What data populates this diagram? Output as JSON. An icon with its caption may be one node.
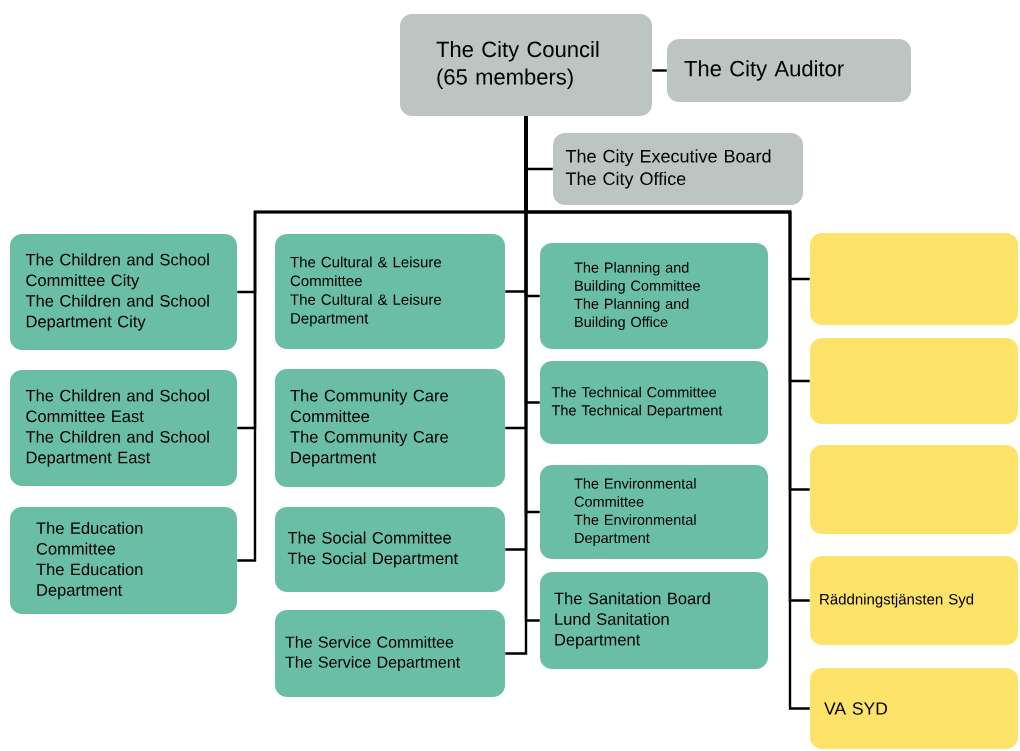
{
  "diagram": {
    "nodes": [
      {
        "text": [
          "The City Council (65 members)"
        ]
      },
      {
        "text": [
          "The City Auditor"
        ]
      },
      {
        "text": [
          "The City Executive Board",
          "The City Office"
        ]
      },
      {
        "text": [
          "The Children and School Committee City",
          "The Children and School Department City"
        ]
      },
      {
        "text": [
          "The Children and School Committee East",
          "The Children and School Department East"
        ]
      },
      {
        "text": [
          "The Education Committee",
          "The Education Department"
        ]
      },
      {
        "text": [
          "The Cultural & Leisure Committee",
          "The Cultural & Leisure Department"
        ]
      },
      {
        "text": [
          "The Community Care Committee",
          "The Community Care Department"
        ]
      },
      {
        "text": [
          "The Social Committee",
          "The Social Department"
        ]
      },
      {
        "text": [
          "The Service Committee",
          "The Service Department"
        ]
      },
      {
        "text": [
          "The Planning and Building Committee",
          "The Planning and Building Office"
        ]
      },
      {
        "text": [
          "The Technical Committee",
          "The Technical Department"
        ]
      },
      {
        "text": [
          "The Environmental Committee",
          "The Environmental Department"
        ]
      },
      {
        "text": [
          "The Sanitation Board",
          "Lund Sanitation Department"
        ]
      },
      {
        "text": [],
        "shape": "box"
      },
      {
        "text": [],
        "shape": "box"
      },
      {
        "text": [],
        "shape": "box"
      },
      {
        "text": [
          "Räddningstjänsten Syd"
        ]
      },
      {
        "text": [
          "VA SYD"
        ]
      }
    ],
    "edges": [
      {
        "from": 0,
        "to": 1,
        "arrow": "none"
      },
      {
        "from": 0,
        "to": 2,
        "arrow": "none"
      },
      {
        "from": 0,
        "to": 3,
        "arrow": "none"
      },
      {
        "from": 0,
        "to": 4,
        "arrow": "none"
      },
      {
        "from": 0,
        "to": 5,
        "arrow": "none"
      },
      {
        "from": 0,
        "to": 6,
        "arrow": "none"
      },
      {
        "from": 0,
        "to": 7,
        "arrow": "none"
      },
      {
        "from": 0,
        "to": 8,
        "arrow": "none"
      },
      {
        "from": 0,
        "to": 9,
        "arrow": "none"
      },
      {
        "from": 0,
        "to": 10,
        "arrow": "none"
      },
      {
        "from": 0,
        "to": 11,
        "arrow": "none"
      },
      {
        "from": 0,
        "to": 12,
        "arrow": "none"
      },
      {
        "from": 0,
        "to": 13,
        "arrow": "none"
      },
      {
        "from": 0,
        "to": 14,
        "arrow": "none"
      },
      {
        "from": 0,
        "to": 15,
        "arrow": "none"
      },
      {
        "from": 0,
        "to": 16,
        "arrow": "none"
      },
      {
        "from": 0,
        "to": 17,
        "arrow": "none"
      },
      {
        "from": 0,
        "to": 18,
        "arrow": "none"
      }
    ]
  }
}
